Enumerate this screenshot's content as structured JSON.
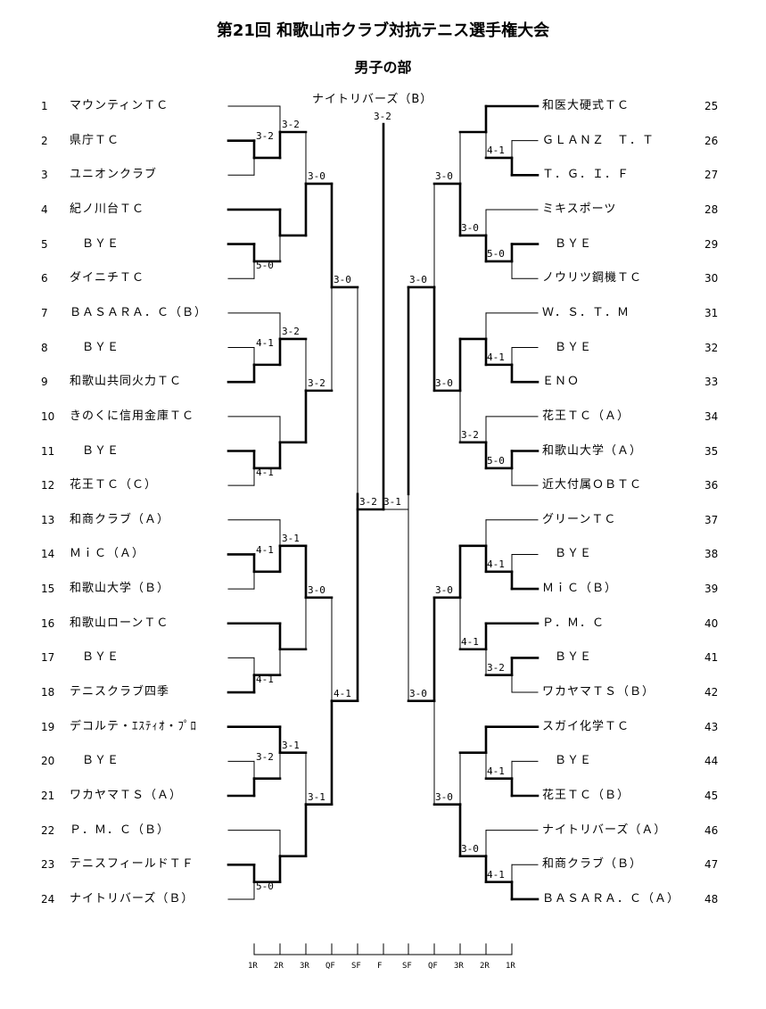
{
  "title": "第21回 和歌山市クラブ対抗テニス選手権大会",
  "subtitle": "男子の部",
  "champion": {
    "name": "ナイトリバーズ（B）",
    "score": "3-2"
  },
  "left_entries": [
    {
      "num": "1",
      "name": "マウンティンＴＣ"
    },
    {
      "num": "2",
      "name": "県庁ＴＣ"
    },
    {
      "num": "3",
      "name": "ユニオンクラブ"
    },
    {
      "num": "4",
      "name": "紀ノ川台ＴＣ"
    },
    {
      "num": "5",
      "name": "　ＢＹＥ"
    },
    {
      "num": "6",
      "name": "ダイニチＴＣ"
    },
    {
      "num": "7",
      "name": "ＢＡＳＡＲＡ．Ｃ（Ｂ）"
    },
    {
      "num": "8",
      "name": "　ＢＹＥ"
    },
    {
      "num": "9",
      "name": "和歌山共同火力ＴＣ"
    },
    {
      "num": "10",
      "name": "きのくに信用金庫ＴＣ"
    },
    {
      "num": "11",
      "name": "　ＢＹＥ"
    },
    {
      "num": "12",
      "name": "花王ＴＣ（Ｃ）"
    },
    {
      "num": "13",
      "name": "和商クラブ（Ａ）"
    },
    {
      "num": "14",
      "name": "ＭｉＣ（Ａ）"
    },
    {
      "num": "15",
      "name": "和歌山大学（Ｂ）"
    },
    {
      "num": "16",
      "name": "和歌山ローンＴＣ"
    },
    {
      "num": "17",
      "name": "　ＢＹＥ"
    },
    {
      "num": "18",
      "name": "テニスクラブ四季"
    },
    {
      "num": "19",
      "name": "デコルテ・ｴｽﾃｨｵ・ﾌﾟﾛ"
    },
    {
      "num": "20",
      "name": "　ＢＹＥ"
    },
    {
      "num": "21",
      "name": "ワカヤマＴＳ（Ａ）"
    },
    {
      "num": "22",
      "name": "Ｐ．Ｍ．Ｃ（Ｂ）"
    },
    {
      "num": "23",
      "name": "テニスフィールドＴＦ"
    },
    {
      "num": "24",
      "name": "ナイトリバーズ（Ｂ）"
    }
  ],
  "right_entries": [
    {
      "num": "25",
      "name": "和医大硬式ＴＣ"
    },
    {
      "num": "26",
      "name": "ＧＬＡＮＺ　Ｔ．Ｔ"
    },
    {
      "num": "27",
      "name": "Ｔ．Ｇ．Ｉ．Ｆ"
    },
    {
      "num": "28",
      "name": "ミキスポーツ"
    },
    {
      "num": "29",
      "name": "　ＢＹＥ"
    },
    {
      "num": "30",
      "name": "ノウリツ鋼機ＴＣ"
    },
    {
      "num": "31",
      "name": "Ｗ．Ｓ．Ｔ．Ｍ"
    },
    {
      "num": "32",
      "name": "　ＢＹＥ"
    },
    {
      "num": "33",
      "name": "ＥＮＯ"
    },
    {
      "num": "34",
      "name": "花王ＴＣ（Ａ）"
    },
    {
      "num": "35",
      "name": "和歌山大学（Ａ）"
    },
    {
      "num": "36",
      "name": "近大付属ＯＢＴＣ"
    },
    {
      "num": "37",
      "name": "グリーンＴＣ"
    },
    {
      "num": "38",
      "name": "　ＢＹＥ"
    },
    {
      "num": "39",
      "name": "ＭｉＣ（Ｂ）"
    },
    {
      "num": "40",
      "name": "Ｐ．Ｍ．Ｃ"
    },
    {
      "num": "41",
      "name": "　ＢＹＥ"
    },
    {
      "num": "42",
      "name": "ワカヤマＴＳ（Ｂ）"
    },
    {
      "num": "43",
      "name": "スガイ化学ＴＣ"
    },
    {
      "num": "44",
      "name": "　ＢＹＥ"
    },
    {
      "num": "45",
      "name": "花王ＴＣ（Ｂ）"
    },
    {
      "num": "46",
      "name": "ナイトリバーズ（Ａ）"
    },
    {
      "num": "47",
      "name": "和商クラブ（Ｂ）"
    },
    {
      "num": "48",
      "name": "ＢＡＳＡＲＡ．Ｃ（Ａ）"
    }
  ],
  "left_scores": {
    "r1": [
      "3-2",
      "5-0",
      "4-1",
      "4-1",
      "4-1",
      "4-1",
      "3-2",
      "5-0"
    ],
    "r2": [
      "3-2",
      "3-2",
      "3-1",
      "3-1"
    ],
    "r3": [
      "3-0",
      "3-2",
      "3-0",
      "3-1"
    ],
    "qf": [
      "3-0",
      "4-1"
    ],
    "sf": "3-2"
  },
  "right_scores": {
    "r1": [
      "4-1",
      "5-0",
      "4-1",
      "5-0",
      "4-1",
      "3-2",
      "4-1",
      "4-1"
    ],
    "r2": [
      "3-0",
      "3-2",
      "4-1",
      "3-0"
    ],
    "r3": [
      "3-0",
      "3-0",
      "3-0",
      "3-0"
    ],
    "qf": [
      "3-0",
      "3-0"
    ],
    "sf": "3-1"
  },
  "axis_labels": [
    "1R",
    "2R",
    "3R",
    "QF",
    "SF",
    "F",
    "SF",
    "QF",
    "3R",
    "2R",
    "1R"
  ]
}
